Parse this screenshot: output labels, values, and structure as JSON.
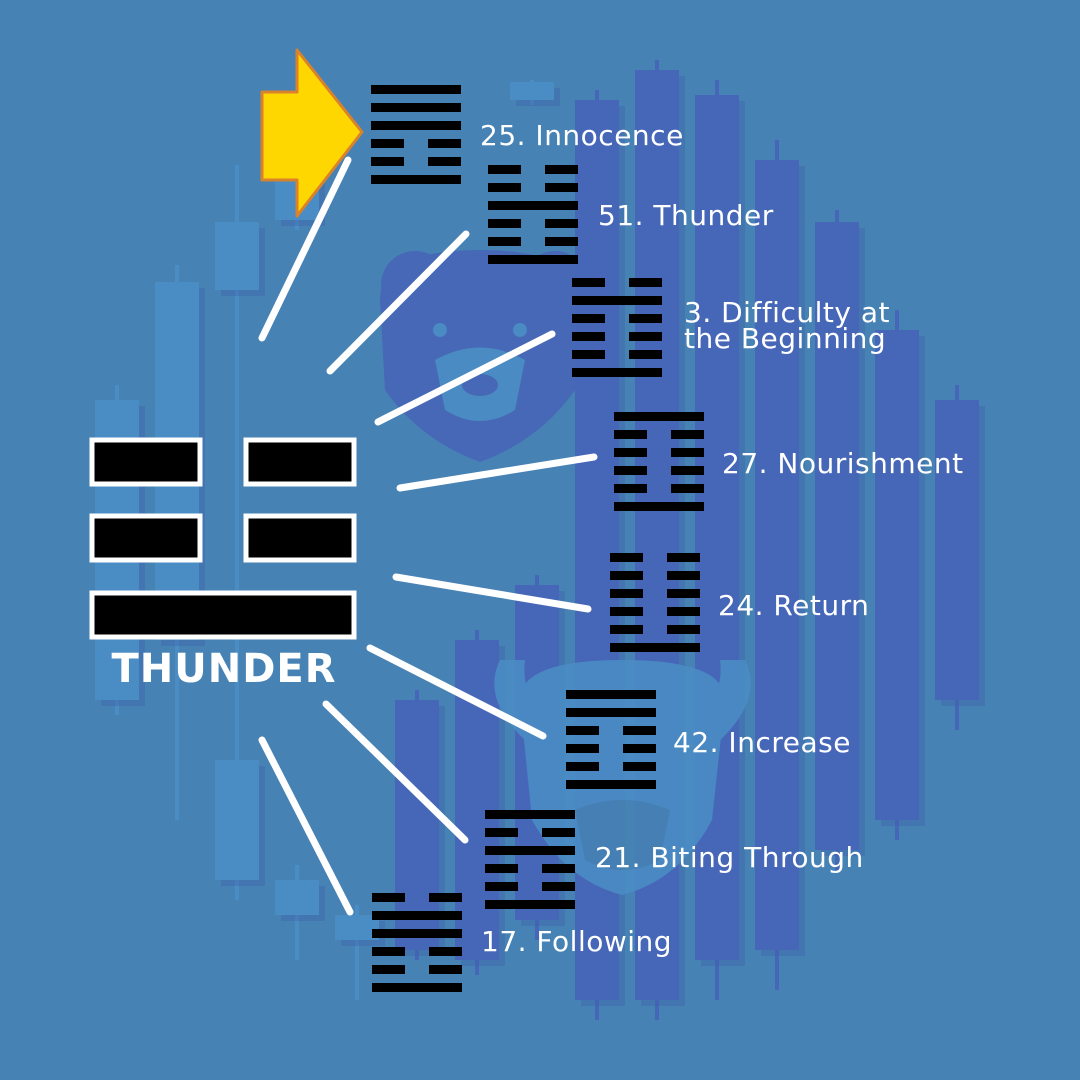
{
  "colors": {
    "background": "#4682b4",
    "candle_light": "#4a8cc4",
    "candle_dark": "#4666b8",
    "line_bar": "#000000",
    "connector": "#ffffff",
    "arrow_fill": "#ffd700",
    "arrow_stroke": "#d9822b"
  },
  "main_trigram": {
    "title": "THUNDER",
    "lines": [
      "yin",
      "yin",
      "yang"
    ]
  },
  "hexagrams": [
    {
      "label": "25. Innocence",
      "lines": [
        "yang",
        "yang",
        "yang",
        "yin",
        "yin",
        "yang"
      ],
      "highlighted": true
    },
    {
      "label": "51. Thunder",
      "lines": [
        "yin",
        "yin",
        "yang",
        "yin",
        "yin",
        "yang"
      ]
    },
    {
      "label_line1": "3. Difficulty at",
      "label_line2": "the Beginning",
      "lines": [
        "yin",
        "yang",
        "yin",
        "yin",
        "yin",
        "yang"
      ]
    },
    {
      "label": "27. Nourishment",
      "lines": [
        "yang",
        "yin",
        "yin",
        "yin",
        "yin",
        "yang"
      ]
    },
    {
      "label": "24. Return",
      "lines": [
        "yin",
        "yin",
        "yin",
        "yin",
        "yin",
        "yang"
      ]
    },
    {
      "label": "42. Increase",
      "lines": [
        "yang",
        "yang",
        "yin",
        "yin",
        "yin",
        "yang"
      ]
    },
    {
      "label": "21. Biting Through",
      "lines": [
        "yang",
        "yin",
        "yang",
        "yin",
        "yin",
        "yang"
      ]
    },
    {
      "label": "17. Following",
      "lines": [
        "yin",
        "yang",
        "yang",
        "yin",
        "yin",
        "yang"
      ]
    }
  ],
  "icons": [
    "bear-icon",
    "bull-icon",
    "arrow-icon"
  ]
}
